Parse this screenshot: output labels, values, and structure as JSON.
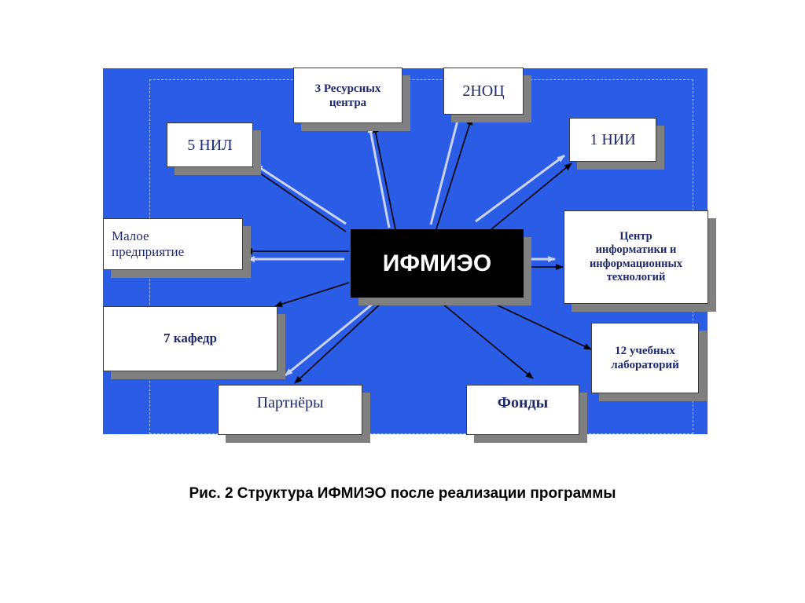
{
  "diagram": {
    "center": "ИФМИЭО",
    "nodes": {
      "nii": "1 НИИ",
      "noc": "2НОЦ",
      "resources": [
        "3 Ресурсных",
        "центра"
      ],
      "nil": "5 НИЛ",
      "small_enterprise": [
        "Малое",
        "предприятие"
      ],
      "departments": "7 кафедр",
      "partners": "Партнёры",
      "funds": "Фонды",
      "labs": [
        "12 учебных",
        "лабораторий"
      ],
      "it_center": [
        "Центр",
        "информатики и",
        "информационных",
        "технологий"
      ]
    }
  },
  "colors": {
    "background": "#2b5ce6",
    "center_fill": "#000000",
    "node_text": "#1f2a6e",
    "shadow": "#808080",
    "arrow_dark": "#000000",
    "arrow_light": "#c8d3f5"
  },
  "caption": "Рис. 2 Структура ИФМИЭО после реализации программы"
}
